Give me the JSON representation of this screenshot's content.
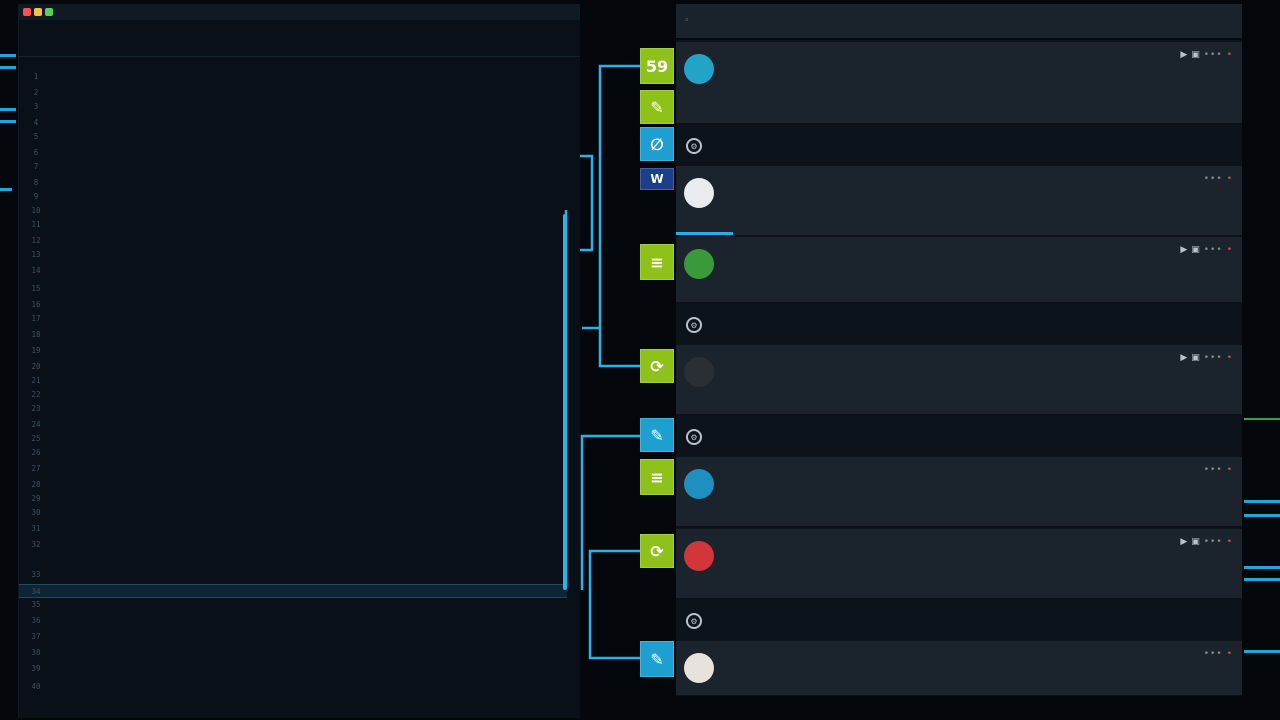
{
  "editor": {
    "title": "",
    "path": "",
    "window_dot_colors": [
      "#ff4f4f",
      "#f2c14e",
      "#5ecf5e"
    ],
    "lines": [
      {
        "num": "1",
        "text": "",
        "color": "#3f7fd0",
        "indent": 0
      },
      {
        "num": "2",
        "text": "",
        "color": "#3d9f4a",
        "indent": 0
      },
      {
        "num": "3",
        "text": "",
        "color": "#3d9f4a",
        "indent": 0
      },
      {
        "num": "4",
        "text": "",
        "color": "#6a7480",
        "indent": 0
      },
      {
        "num": "5",
        "text": "",
        "color": "#b98a45",
        "indent": 1
      },
      {
        "num": "6",
        "text": "",
        "color": "#b98a45",
        "indent": 1
      },
      {
        "num": "7",
        "text": "",
        "color": "#6a7480",
        "indent": 0
      },
      {
        "num": "8",
        "text": "",
        "color": "#d0a04a",
        "indent": 2
      },
      {
        "num": "9",
        "text": "",
        "color": "#c9b25a",
        "indent": 2
      },
      {
        "num": "10",
        "text": "",
        "color": "#b07a40",
        "indent": 2
      },
      {
        "num": "11",
        "text": "",
        "color": "#c4a456",
        "indent": 2
      },
      {
        "num": "12",
        "text": "",
        "color": "#a08545",
        "indent": 2
      },
      {
        "num": "13",
        "text": "",
        "color": "#6a7480",
        "indent": 0
      },
      {
        "num": "14",
        "text": "",
        "color": "#7f8a94",
        "indent": 1
      },
      {
        "num": "15",
        "text": "",
        "color": "#6a7480",
        "indent": 0
      },
      {
        "num": "16",
        "text": "",
        "color": "#a07a45",
        "indent": 2
      },
      {
        "num": "17",
        "text": "",
        "color": "#6a7480",
        "indent": 0
      },
      {
        "num": "18",
        "text": "",
        "color": "#c98a40",
        "indent": 2
      },
      {
        "num": "19",
        "text": "",
        "color": "#8f7a55",
        "indent": 3
      },
      {
        "num": "20",
        "text": "",
        "color": "#8f9aa4",
        "indent": 2
      },
      {
        "num": "21",
        "text": "",
        "color": "#b07a40",
        "indent": 2
      },
      {
        "num": "22",
        "text": "",
        "color": "#6a7480",
        "indent": 0
      },
      {
        "num": "23",
        "text": "",
        "color": "#c79a50",
        "indent": 3
      },
      {
        "num": "24",
        "text": "",
        "color": "#b86a3a",
        "indent": 3
      },
      {
        "num": "25",
        "text": "",
        "color": "#a88a4a",
        "indent": 3
      },
      {
        "num": "26",
        "text": "",
        "color": "#c9b25a",
        "indent": 3
      },
      {
        "num": "27",
        "text": "",
        "color": "#b07a40",
        "indent": 4
      },
      {
        "num": "28",
        "text": "",
        "color": "#a06a40",
        "indent": 3
      },
      {
        "num": "29",
        "text": "",
        "color": "#c4a456",
        "indent": 3
      },
      {
        "num": "30",
        "text": "",
        "color": "#6a7480",
        "indent": 0
      },
      {
        "num": "31",
        "text": "",
        "color": "#b98a45",
        "indent": 2
      },
      {
        "num": "32",
        "text": "",
        "color": "#6a7480",
        "indent": 0
      },
      {
        "num": "33",
        "text": "",
        "color": "#6fa0c8",
        "indent": 3
      },
      {
        "num": "34",
        "text": "",
        "color": "#a88a4a",
        "indent": 3
      },
      {
        "num": "35",
        "text": "",
        "color": "#6a7480",
        "indent": 0
      },
      {
        "num": "36",
        "text": "",
        "color": "#b07a40",
        "indent": 3
      },
      {
        "num": "37",
        "text": "",
        "color": "#8f9aa4",
        "indent": 3
      },
      {
        "num": "38",
        "text": "",
        "color": "#8f9aa4",
        "indent": 2
      },
      {
        "num": "39",
        "text": "",
        "color": "#8f9aa4",
        "indent": 1
      },
      {
        "num": "40",
        "text": "",
        "color": "#8f9aa4",
        "indent": 1
      }
    ],
    "active_line": 33
  },
  "actions": [
    {
      "name": "action-tile-1",
      "glyph": "59",
      "style": "green"
    },
    {
      "name": "action-tile-2",
      "glyph": "✎",
      "style": "green"
    },
    {
      "name": "action-tile-3",
      "glyph": "∅",
      "style": "blue"
    },
    {
      "name": "action-tile-4",
      "glyph": "W",
      "style": "navy"
    },
    {
      "name": "action-tile-5",
      "glyph": "≡",
      "style": "green"
    },
    {
      "name": "action-tile-6",
      "glyph": "⟳",
      "style": "green"
    },
    {
      "name": "action-tile-7",
      "glyph": "✎",
      "style": "blue"
    },
    {
      "name": "action-tile-8",
      "glyph": "≡",
      "style": "green"
    },
    {
      "name": "action-tile-9",
      "glyph": "⟳",
      "style": "green"
    },
    {
      "name": "action-tile-10",
      "glyph": "✎",
      "style": "blue"
    }
  ],
  "feed": {
    "cards": [
      {
        "title": "",
        "sub": "",
        "meta": "",
        "avatar_color": "#22a4c8",
        "tools": "full",
        "progress": 0
      },
      {
        "title": "",
        "sub": "",
        "meta": "",
        "avatar_color": "#e9ecef",
        "tools": "dots",
        "progress": 0.1
      },
      {
        "title": "",
        "sub": "",
        "meta": "",
        "avatar_color": "#3a9a3a",
        "tools": "full",
        "progress": 0
      },
      {
        "title": "",
        "sub": "",
        "meta": "",
        "avatar_color": "#2a2f36",
        "tools": "full",
        "progress": 0
      },
      {
        "title": "",
        "sub": "",
        "meta": "",
        "avatar_color": "#1e8fbf",
        "tools": "dots",
        "progress": 0
      },
      {
        "title": "",
        "sub": "",
        "meta": "",
        "avatar_color": "#d0363a",
        "tools": "full",
        "progress": 0
      },
      {
        "title": "",
        "sub": "",
        "meta": "",
        "avatar_color": "#e7e2dc",
        "tools": "dots",
        "progress": 0
      }
    ],
    "separators": [
      {
        "label": ""
      },
      {
        "label": ""
      },
      {
        "label": ""
      },
      {
        "label": ""
      }
    ]
  },
  "colors": {
    "accent": "#22b2e6",
    "action_green": "#8ec21b",
    "action_blue": "#1f9fcf",
    "feed_card": "#1b242d",
    "background": "#04080d"
  }
}
